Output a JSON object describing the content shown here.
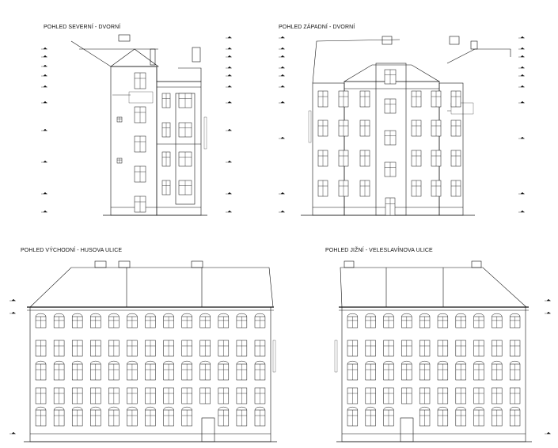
{
  "views": [
    {
      "id": "north",
      "title": "POHLED SEVERNÍ - DVORNÍ"
    },
    {
      "id": "west",
      "title": "POHLED ZÁPADNÍ - DVORNÍ"
    },
    {
      "id": "east",
      "title": "POHLED VÝCHODNÍ - HUSOVA ULICE"
    },
    {
      "id": "south",
      "title": "POHLED JIŽNÍ - VELESLAVÍNOVA ULICE"
    }
  ],
  "colors": {
    "line": "#111111",
    "paper": "#ffffff"
  }
}
